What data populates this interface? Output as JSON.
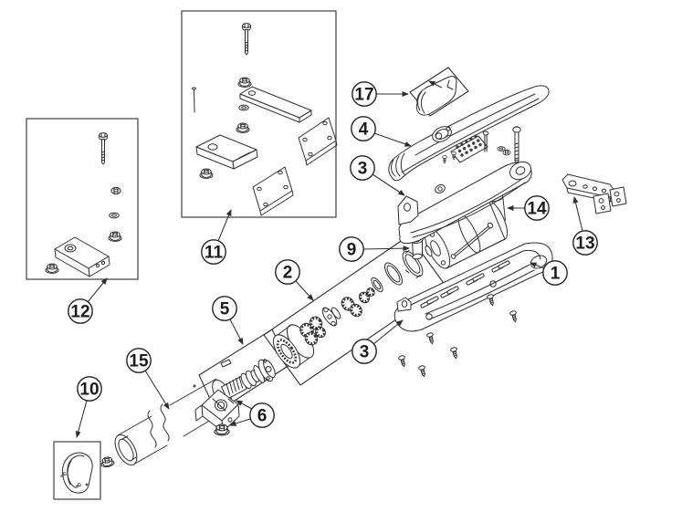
{
  "diagram": {
    "type": "exploded-parts-diagram",
    "subject": "gate actuator exploded view with numbered part callouts",
    "background_color": "#ffffff",
    "line_color": "#2e2e2e",
    "callouts": [
      {
        "number": "17",
        "part": "release-cover-cap"
      },
      {
        "number": "4",
        "part": "upper-cover"
      },
      {
        "number": "3",
        "part": "chassis-top"
      },
      {
        "number": "14",
        "part": "motor"
      },
      {
        "number": "13",
        "part": "front-mounting-bracket"
      },
      {
        "number": "9",
        "part": "bushing"
      },
      {
        "number": "11",
        "part": "mounting-hardware-kit"
      },
      {
        "number": "2",
        "part": "gear-train-kit"
      },
      {
        "number": "1",
        "part": "lower-housing"
      },
      {
        "number": "5",
        "part": "worm-screw-assembly"
      },
      {
        "number": "12",
        "part": "rear-bracket-kit"
      },
      {
        "number": "3",
        "part": "chassis-bottom"
      },
      {
        "number": "15",
        "part": "outer-tube"
      },
      {
        "number": "10",
        "part": "end-cap-kit"
      },
      {
        "number": "6",
        "part": "clamp-nut"
      }
    ]
  }
}
